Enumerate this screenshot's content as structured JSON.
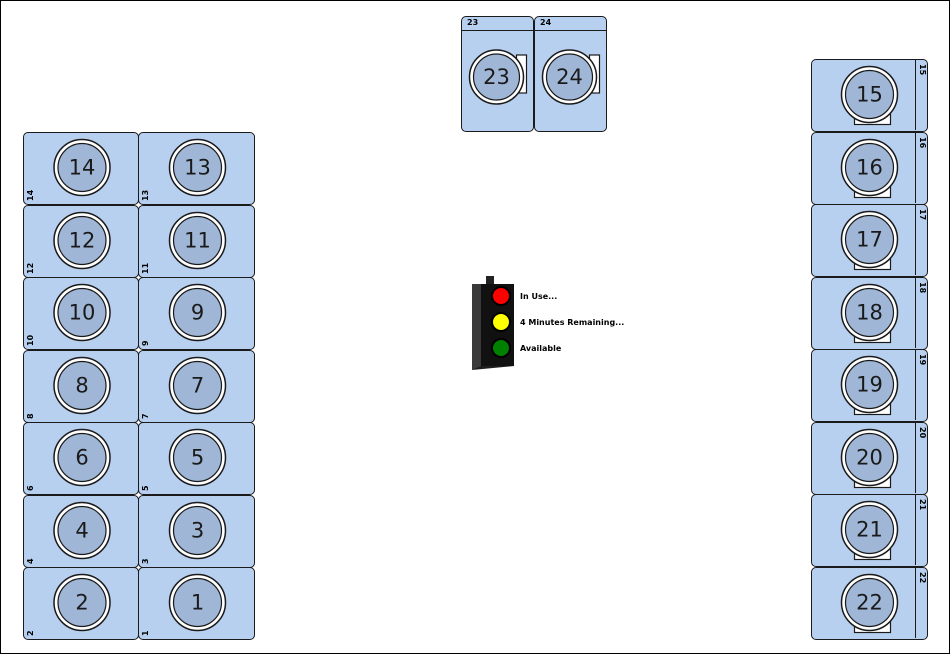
{
  "machines": {
    "left_col_a": [
      {
        "number": "14",
        "tag": "14"
      },
      {
        "number": "12",
        "tag": "12"
      },
      {
        "number": "10",
        "tag": "10"
      },
      {
        "number": "8",
        "tag": "8"
      },
      {
        "number": "6",
        "tag": "6"
      },
      {
        "number": "4",
        "tag": "4"
      },
      {
        "number": "2",
        "tag": "2"
      }
    ],
    "left_col_b": [
      {
        "number": "13",
        "tag": "13"
      },
      {
        "number": "11",
        "tag": "11"
      },
      {
        "number": "9",
        "tag": "9"
      },
      {
        "number": "7",
        "tag": "7"
      },
      {
        "number": "5",
        "tag": "5"
      },
      {
        "number": "3",
        "tag": "3"
      },
      {
        "number": "1",
        "tag": "1"
      }
    ],
    "top": [
      {
        "number": "23",
        "tag": "23"
      },
      {
        "number": "24",
        "tag": "24"
      }
    ],
    "right": [
      {
        "number": "15",
        "tag": "15"
      },
      {
        "number": "16",
        "tag": "16"
      },
      {
        "number": "17",
        "tag": "17"
      },
      {
        "number": "18",
        "tag": "18"
      },
      {
        "number": "19",
        "tag": "19"
      },
      {
        "number": "20",
        "tag": "20"
      },
      {
        "number": "21",
        "tag": "21"
      },
      {
        "number": "22",
        "tag": "22"
      }
    ]
  },
  "legend": {
    "in_use": "In Use...",
    "remaining": "4 Minutes Remaining...",
    "available": "Available"
  },
  "colors": {
    "machine_fill": "#b8d0f0",
    "door_fill": "#9fb6d6",
    "light_red": "#ff0000",
    "light_yellow": "#ffff00",
    "light_green": "#008000"
  }
}
